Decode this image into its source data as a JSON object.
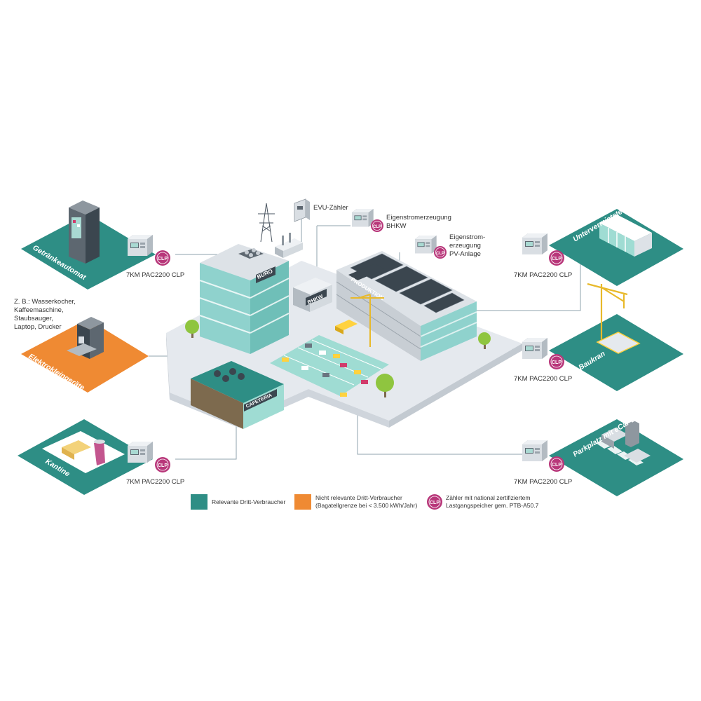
{
  "colors": {
    "relevant": "#2e8e85",
    "not_relevant": "#ef8a33",
    "meter_badge": "#b8377a",
    "building_glass": "#8fd2cd",
    "ground": "#e5e9ee"
  },
  "consumers": {
    "getraenkeautomat": "Getränkeautomat",
    "elektrokleingeraete": "Elektrokleingeräte",
    "kantine": "Kantine",
    "produktionshalle": "Untervermietete Produktionshalle",
    "baukran": "Baukran",
    "parkplatz": "Parkplatz mit eCar-Ladestationen"
  },
  "elektro_examples": "Z. B.: Wasserkocher, Kaffeemaschine, Staubsauger, Laptop, Drucker",
  "meter_label": "7KM PAC2200 CLP",
  "badge_text": "CLP",
  "evu_zaehler": "EVU-Zähler",
  "eigen_bhkw": "Eigenstromerzeugung BHKW",
  "eigen_pv": "Eigenstrom-erzeugung PV-Anlage",
  "buildings": {
    "buero": "BÜRO",
    "bhkw": "BHKW",
    "produktion": "PRODUKTION",
    "cafeteria": "CAFETERIA"
  },
  "legend": {
    "relevant": "Relevante Dritt-Verbraucher",
    "not_relevant": "Nicht relevante Dritt-Verbraucher (Bagatellgrenze bei < 3.500 kWh/Jahr)",
    "meter": "Zähler mit national zertifiziertem Lastgangspeicher gem. PTB-A50.7"
  }
}
